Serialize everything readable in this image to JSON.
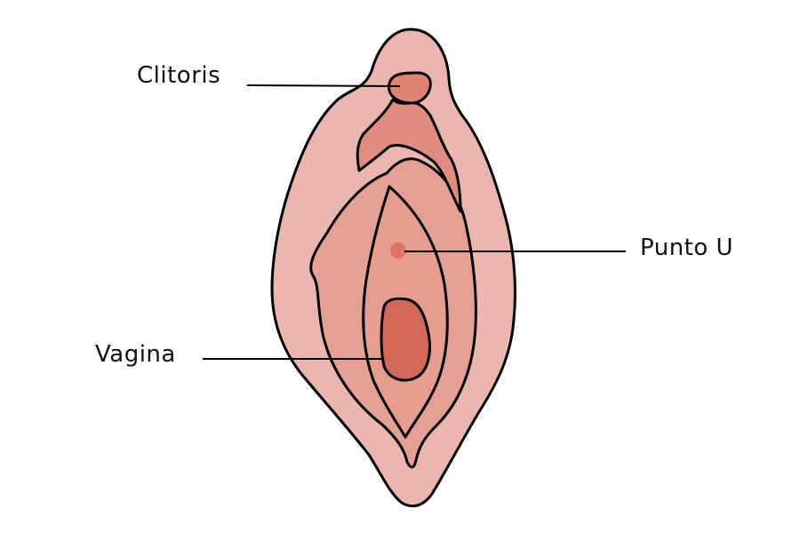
{
  "labels": {
    "clitoris": "Clitoris",
    "punto_u": "Punto U",
    "vagina": "Vagina"
  },
  "colors": {
    "outer": "#ecb6b0",
    "inner": "#e5a094",
    "hood": "#e08d80",
    "clitoris": "#df8474",
    "opening": "#d2685b",
    "point": "#dc7468",
    "outline": "#000000"
  }
}
